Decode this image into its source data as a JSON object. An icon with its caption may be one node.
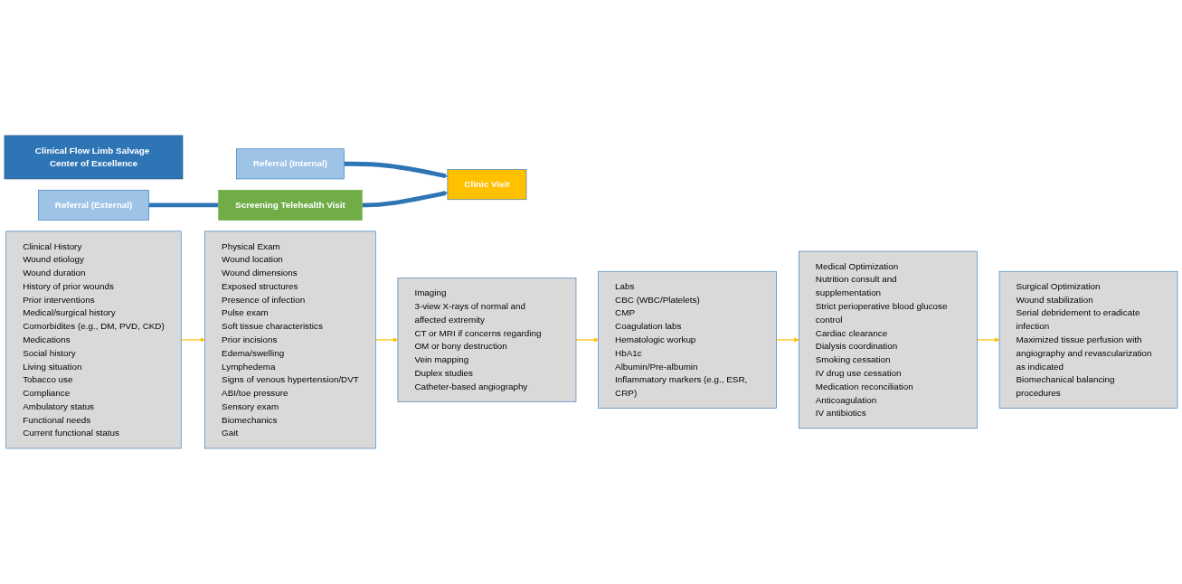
{
  "diagram": {
    "nodes": [
      {
        "text": [
          "Clinical Flow Limb Salvage Center of Excellence"
        ]
      },
      {
        "text": [
          "Referral (Internal)"
        ]
      },
      {
        "text": [
          "Referral (External)"
        ]
      },
      {
        "text": [
          "Clinic Visit"
        ]
      },
      {
        "text": [
          "Screening Telehealth Visit"
        ]
      },
      {
        "text": [
          "Clinical History",
          "Wound etiology",
          "Wound duration",
          "History of prior wounds",
          "Prior interventions",
          "Medical/surgical history",
          "Comorbidites (e.g., DM, PVD, CKD)",
          "Medications",
          "Social history",
          "Living situation",
          "Tobacco use",
          "Compliance",
          "Ambulatory status",
          "Functional needs",
          "Current functional status"
        ]
      },
      {
        "text": [
          "Physical Exam",
          "Wound location",
          "Wound dimensions",
          "Exposed structures",
          "Presence of infection",
          "Pulse exam",
          "Soft tissue characteristics",
          "Prior incisions",
          "Edema/swelling",
          "Lymphedema",
          "Signs of venous hypertension/DVT",
          "ABI/toe pressure",
          "Sensory exam",
          "Biomechanics",
          "Gait"
        ]
      },
      {
        "text": [
          "Imaging",
          "3-view X-rays of normal and affected extremity",
          "CT or MRI if concerns regarding OM or bony destruction",
          "Vein mapping",
          "Duplex studies",
          "Catheter-based angiography"
        ]
      },
      {
        "text": [
          "Labs",
          "CBC (WBC/Platelets)",
          "CMP",
          "Coagulation labs",
          "Hematologic workup",
          "HbA1c",
          "Albumin/Pre-albumin",
          "Inflammatory markers (e.g., ESR, CRP)"
        ]
      },
      {
        "text": [
          "Medical Optimization",
          "Nutrition consult and supplementation",
          "Strict perioperative blood glucose control",
          "Cardiac clearance",
          "Dialysis coordination",
          "Smoking cessation",
          "IV drug use cessation",
          "Medication reconciliation",
          "Anticoagulation",
          "IV antibiotics"
        ]
      },
      {
        "text": [
          "Surgical Optimization",
          "Wound stabilization",
          "Serial debridement to eradicate infection",
          "Maximized tissue perfusion with angiography and revascularization as indicated",
          "Biomechanical balancing procedures"
        ]
      }
    ],
    "edges": [
      {
        "from": 1,
        "to": 3,
        "arrow": "to",
        "style": "thick",
        "color": "#2e75b6"
      },
      {
        "from": 2,
        "to": 4,
        "arrow": "none",
        "style": "thick",
        "color": "#2e75b6"
      },
      {
        "from": 4,
        "to": 3,
        "arrow": "to",
        "style": "thick",
        "color": "#2e75b6"
      },
      {
        "from": 5,
        "to": 6,
        "arrow": "to"
      },
      {
        "from": 6,
        "to": 7,
        "arrow": "to"
      },
      {
        "from": 7,
        "to": 8,
        "arrow": "to"
      },
      {
        "from": 8,
        "to": 9,
        "arrow": "to"
      },
      {
        "from": 9,
        "to": 10,
        "arrow": "to"
      }
    ]
  }
}
